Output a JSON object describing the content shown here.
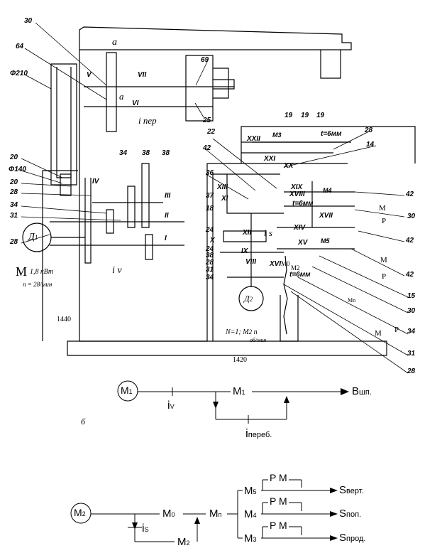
{
  "machine_sketch": {
    "callouts_left": [
      "30",
      "64",
      "Φ210",
      "20",
      "Φ140",
      "20",
      "28",
      "34",
      "31",
      "28"
    ],
    "callouts_top": [
      "34",
      "38",
      "38",
      "69",
      "25"
    ],
    "callouts_mid": [
      "22",
      "42",
      "36",
      "37",
      "18",
      "24",
      "24",
      "38",
      "28",
      "31",
      "34",
      "19",
      "19",
      "19",
      "28",
      "14"
    ],
    "callouts_right": [
      "42",
      "30",
      "42",
      "42",
      "15",
      "30",
      "34",
      "31",
      "28"
    ],
    "letter_a_top": "a",
    "letter_a_mid": "a",
    "i_per": "i пер",
    "i_v": "i v",
    "i_s": "i s",
    "d1": "Д",
    "d1_sub": "1",
    "d2": "Д",
    "d2_sub": "2",
    "m1_main": "M",
    "m1_power": "1,8 кВт",
    "m1_rpm": "n = 28/мин",
    "dim_1440": "1440",
    "dim_1420": "1420",
    "motor2_caption": "N=1; M",
    "motor2_sub": "2",
    "motor2_n": "n",
    "motor2_unit": "об/мин",
    "t6_a": "t=6мм",
    "t6_b": "t=6мм",
    "t6_c": "t=6мм",
    "m0_label": "M",
    "m0_sub": "0",
    "m2_label": "M",
    "m2_sub": "2",
    "mn_label": "Mn",
    "m_right_1": "M",
    "m_right_2": "M",
    "m_right_3": "M",
    "p_right_1": "P",
    "p_right_2": "P",
    "p_right_3": "P",
    "m3_small": "M3",
    "m4_small": "M4",
    "m5_small": "M5",
    "letter_b": "б",
    "roman": [
      "V",
      "VII",
      "VI",
      "IV",
      "III",
      "II",
      "I",
      "XIII",
      "XI",
      "XII",
      "IX",
      "X",
      "VIII",
      "XXII",
      "XXI",
      "XX",
      "XIX",
      "XVIII",
      "XVII",
      "XIV",
      "XV",
      "XVI"
    ]
  },
  "diagram_b": {
    "m1_circle": "M",
    "m1_circle_sub": "1",
    "iv": "i",
    "iv_sub": "V",
    "m1_node": "M",
    "m1_node_sub": "1",
    "b_out": "B",
    "b_out_sub": "шп.",
    "i_pereb": "i",
    "i_pereb_sub": "переб."
  },
  "diagram_c": {
    "m2_circle": "M",
    "m2_circle_sub": "2",
    "is": "i",
    "is_sub": "S",
    "m0": "M",
    "m0_sub": "0",
    "m2_node": "M",
    "m2_node_sub": "2",
    "mn": "M",
    "mn_sub": "п",
    "m5": "M",
    "m5_sub": "5",
    "m4": "M",
    "m4_sub": "4",
    "m3": "M",
    "m3_sub": "3",
    "pm": [
      "P M",
      "P M",
      "P M"
    ],
    "s_vert": "S",
    "s_vert_sub": "верт.",
    "s_pop": "S",
    "s_pop_sub": "поп.",
    "s_prod": "S",
    "s_prod_sub": "прод."
  }
}
